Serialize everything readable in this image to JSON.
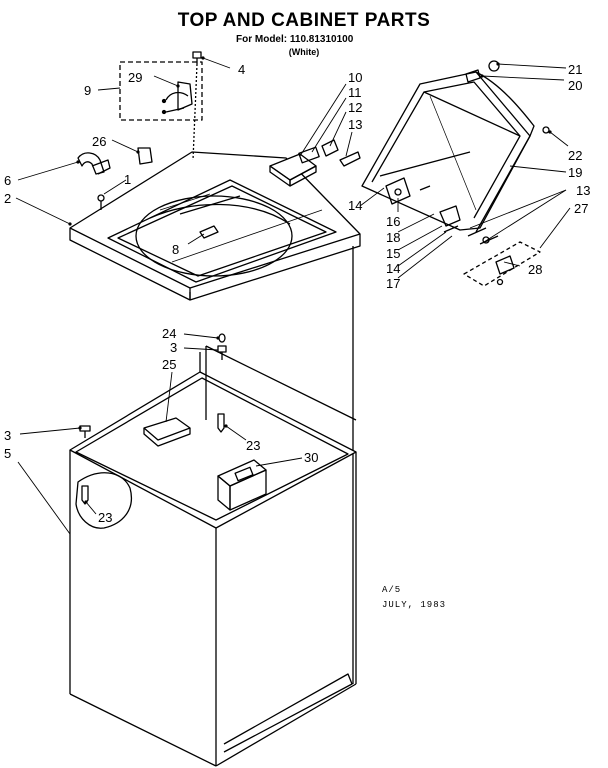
{
  "header": {
    "title": "TOP AND CABINET PARTS",
    "model_line": "For Model: 110.81310100",
    "color_line": "(White)"
  },
  "stamp": {
    "code": "A/5",
    "date": "JULY, 1983"
  },
  "callouts": {
    "c1": "1",
    "c2": "2",
    "c3a": "3",
    "c3b": "3",
    "c4": "4",
    "c5": "5",
    "c6": "6",
    "c8": "8",
    "c9": "9",
    "c10": "10",
    "c11": "11",
    "c12": "12",
    "c13a": "13",
    "c13b": "13",
    "c14a": "14",
    "c14b": "14",
    "c15": "15",
    "c16": "16",
    "c17": "17",
    "c18": "18",
    "c19": "19",
    "c20": "20",
    "c21": "21",
    "c22": "22",
    "c23a": "23",
    "c23b": "23",
    "c24": "24",
    "c25": "25",
    "c26": "26",
    "c27": "27",
    "c28": "28",
    "c29": "29",
    "c30": "30"
  }
}
